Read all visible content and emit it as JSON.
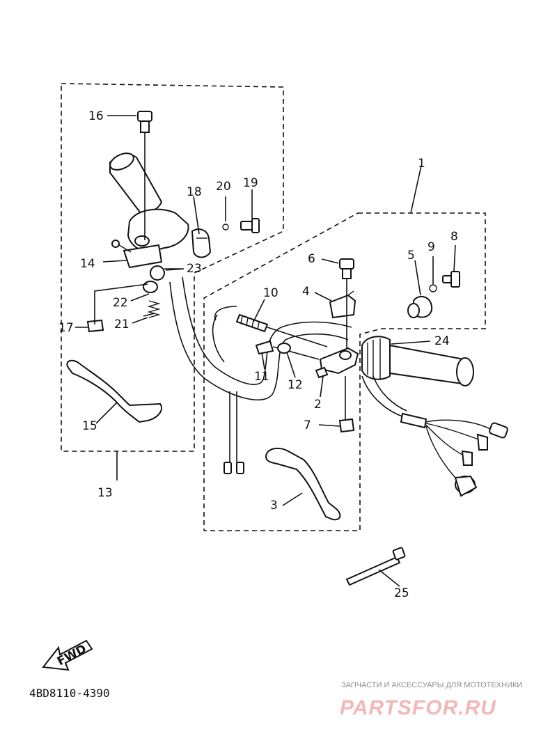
{
  "parts": [
    {
      "id": "part-1",
      "label": "1"
    },
    {
      "id": "part-2",
      "label": "2"
    },
    {
      "id": "part-3",
      "label": "3"
    },
    {
      "id": "part-4",
      "label": "4"
    },
    {
      "id": "part-5",
      "label": "5"
    },
    {
      "id": "part-6",
      "label": "6"
    },
    {
      "id": "part-7",
      "label": "7"
    },
    {
      "id": "part-8",
      "label": "8"
    },
    {
      "id": "part-9",
      "label": "9"
    },
    {
      "id": "part-10",
      "label": "10"
    },
    {
      "id": "part-11",
      "label": "11"
    },
    {
      "id": "part-12",
      "label": "12"
    },
    {
      "id": "part-13",
      "label": "13"
    },
    {
      "id": "part-14",
      "label": "14"
    },
    {
      "id": "part-15",
      "label": "15"
    },
    {
      "id": "part-16",
      "label": "16"
    },
    {
      "id": "part-17",
      "label": "17"
    },
    {
      "id": "part-18",
      "label": "18"
    },
    {
      "id": "part-19",
      "label": "19"
    },
    {
      "id": "part-20",
      "label": "20"
    },
    {
      "id": "part-21",
      "label": "21"
    },
    {
      "id": "part-22",
      "label": "22"
    },
    {
      "id": "part-23",
      "label": "23"
    },
    {
      "id": "part-24",
      "label": "24"
    },
    {
      "id": "part-25",
      "label": "25"
    }
  ],
  "direction_label": "FWD",
  "diagram_code": "4BD8110-4390",
  "watermark": {
    "tagline": "ЗАПЧАСТИ И АКСЕССУАРЫ ДЛЯ МОТОТЕХНИКИ",
    "logo": "PARTSFOR.RU"
  }
}
